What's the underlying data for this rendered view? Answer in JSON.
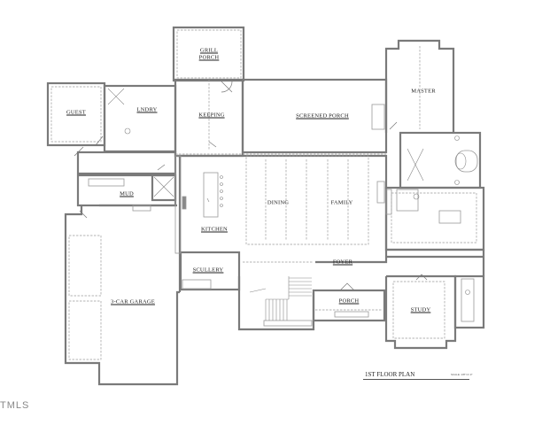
{
  "plan": {
    "title": "1ST FLOOR PLAN",
    "scale_note": "SCALE: 1/8\"=1'-0\"",
    "watermark": "TMLS",
    "colors": {
      "wall": "#888888",
      "wall_fill": "#d9d9d9",
      "line": "#777777",
      "dash": "#999999",
      "text": "#222222"
    },
    "rooms": [
      {
        "id": "grill-porch",
        "label_line1": "GRILL",
        "label_line2": "PORCH"
      },
      {
        "id": "guest",
        "label": "GUEST"
      },
      {
        "id": "laundry",
        "label": "LNDRY"
      },
      {
        "id": "keeping",
        "label": "KEEPING"
      },
      {
        "id": "screened-porch",
        "label": "SCREENED PORCH"
      },
      {
        "id": "master",
        "label": "MASTER"
      },
      {
        "id": "mud",
        "label": "MUD"
      },
      {
        "id": "kitchen",
        "label": "KITCHEN"
      },
      {
        "id": "dining",
        "label": "DINING"
      },
      {
        "id": "family",
        "label": "FAMILY"
      },
      {
        "id": "scullery",
        "label": "SCULLERY"
      },
      {
        "id": "foyer",
        "label": "FOYER"
      },
      {
        "id": "porch",
        "label": "PORCH"
      },
      {
        "id": "study",
        "label": "STUDY"
      },
      {
        "id": "garage",
        "label": "3-CAR GARAGE"
      }
    ]
  }
}
